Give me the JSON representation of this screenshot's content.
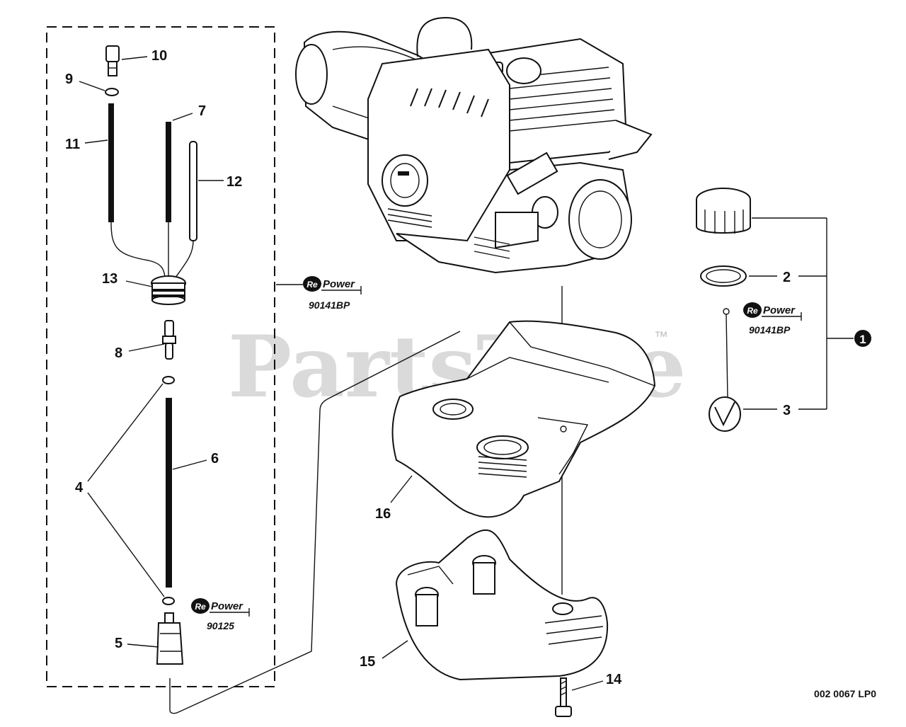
{
  "watermark": {
    "text": "PartsTree",
    "tm": "™"
  },
  "diagram_code": "002 0067 LP0",
  "callouts": {
    "c1": "1",
    "c2": "2",
    "c3": "3",
    "c4": "4",
    "c5": "5",
    "c6": "6",
    "c7": "7",
    "c8": "8",
    "c9": "9",
    "c10": "10",
    "c11": "11",
    "c12": "12",
    "c13": "13",
    "c14": "14",
    "c15": "15",
    "c16": "16"
  },
  "repower_badges": [
    {
      "logo": "Re",
      "word": "Power",
      "code": "90141BP"
    },
    {
      "logo": "Re",
      "word": "Power",
      "code": "90141BP"
    },
    {
      "logo": "Re",
      "word": "Power",
      "code": "90125"
    }
  ],
  "colors": {
    "line": "#111111",
    "watermark": "#bdbdbd",
    "background": "#ffffff"
  }
}
